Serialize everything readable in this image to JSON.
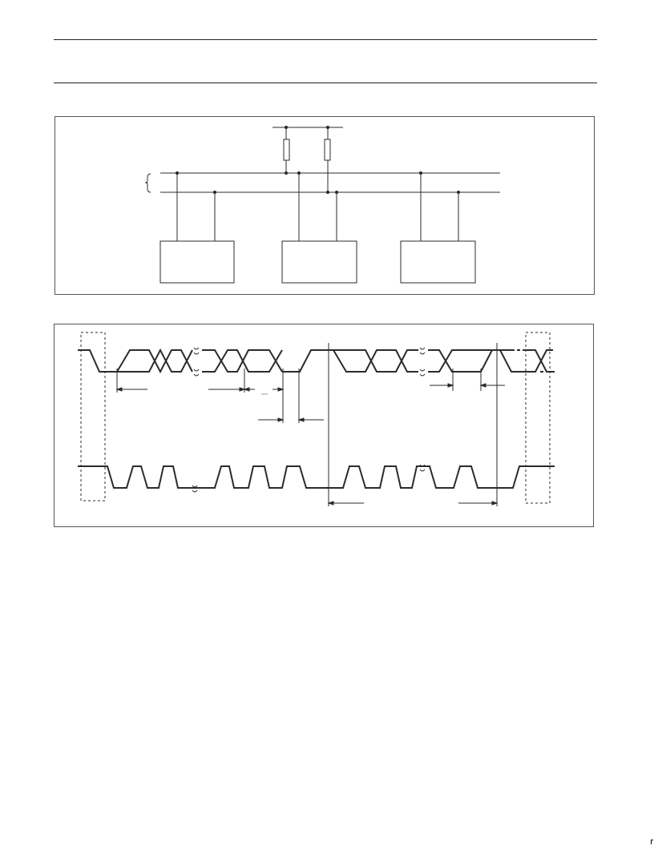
{
  "page": {
    "background": "#ffffff",
    "line_color": "#2b2b2b"
  },
  "figures": {
    "bus_connection": {
      "pull_up_resistors": 2,
      "bus_lines": 2,
      "devices": 3
    },
    "bus_timing": {
      "waveforms": 2,
      "break_symbol": "≈"
    }
  }
}
